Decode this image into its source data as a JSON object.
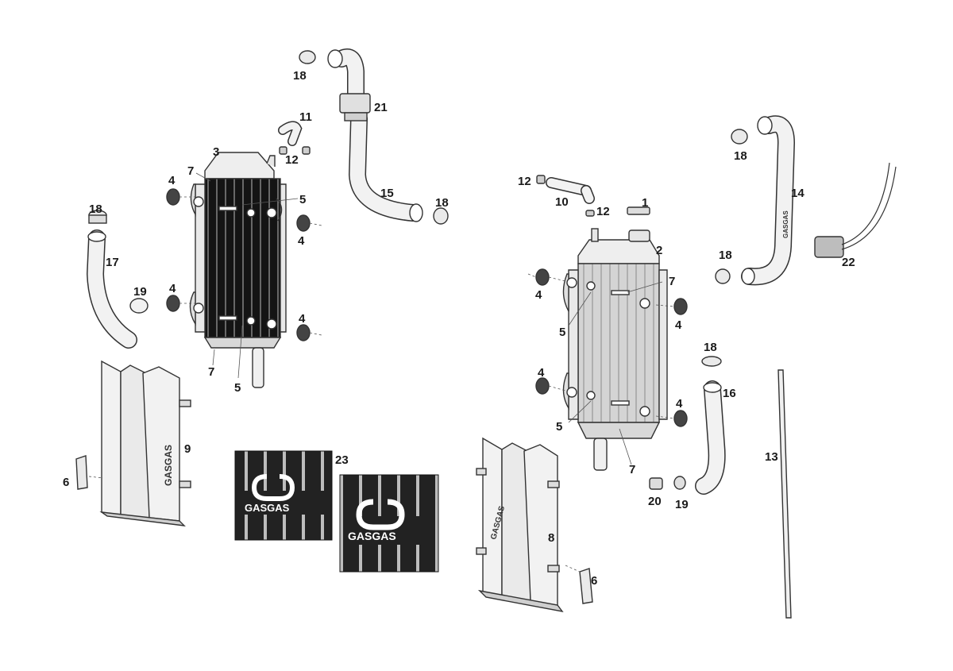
{
  "callouts": [
    {
      "id": "l1",
      "text": "1"
    },
    {
      "id": "l2",
      "text": "2"
    },
    {
      "id": "l3",
      "text": "3"
    },
    {
      "id": "l4a",
      "text": "4"
    },
    {
      "id": "l4b",
      "text": "4"
    },
    {
      "id": "l4c",
      "text": "4"
    },
    {
      "id": "l4d",
      "text": "4"
    },
    {
      "id": "l4e",
      "text": "4"
    },
    {
      "id": "l4f",
      "text": "4"
    },
    {
      "id": "l4g",
      "text": "4"
    },
    {
      "id": "l4h",
      "text": "4"
    },
    {
      "id": "l5a",
      "text": "5"
    },
    {
      "id": "l5b",
      "text": "5"
    },
    {
      "id": "l5c",
      "text": "5"
    },
    {
      "id": "l5d",
      "text": "5"
    },
    {
      "id": "l6a",
      "text": "6"
    },
    {
      "id": "l6b",
      "text": "6"
    },
    {
      "id": "l7a",
      "text": "7"
    },
    {
      "id": "l7b",
      "text": "7"
    },
    {
      "id": "l7c",
      "text": "7"
    },
    {
      "id": "l7d",
      "text": "7"
    },
    {
      "id": "l8",
      "text": "8"
    },
    {
      "id": "l9",
      "text": "9"
    },
    {
      "id": "l10",
      "text": "10"
    },
    {
      "id": "l11",
      "text": "11"
    },
    {
      "id": "l12a",
      "text": "12"
    },
    {
      "id": "l12b",
      "text": "12"
    },
    {
      "id": "l12c",
      "text": "12"
    },
    {
      "id": "l13",
      "text": "13"
    },
    {
      "id": "l14",
      "text": "14"
    },
    {
      "id": "l15",
      "text": "15"
    },
    {
      "id": "l16",
      "text": "16"
    },
    {
      "id": "l17",
      "text": "17"
    },
    {
      "id": "l18a",
      "text": "18"
    },
    {
      "id": "l18b",
      "text": "18"
    },
    {
      "id": "l18c",
      "text": "18"
    },
    {
      "id": "l18d",
      "text": "18"
    },
    {
      "id": "l18e",
      "text": "18"
    },
    {
      "id": "l18f",
      "text": "18"
    },
    {
      "id": "l19a",
      "text": "19"
    },
    {
      "id": "l19b",
      "text": "19"
    },
    {
      "id": "l20",
      "text": "20"
    },
    {
      "id": "l21",
      "text": "21"
    },
    {
      "id": "l22",
      "text": "22"
    },
    {
      "id": "l23",
      "text": "23"
    }
  ],
  "branding": {
    "sticker_logo": "GASGAS",
    "guard_logo": "GASGAS",
    "hose_print": "GASGAS"
  },
  "colors": {
    "ink": "#1a1a1a",
    "part_fill": "#eeeeee",
    "core_dark": "#141414",
    "core_light": "#c9c9c9",
    "sticker_dark": "#222222"
  }
}
